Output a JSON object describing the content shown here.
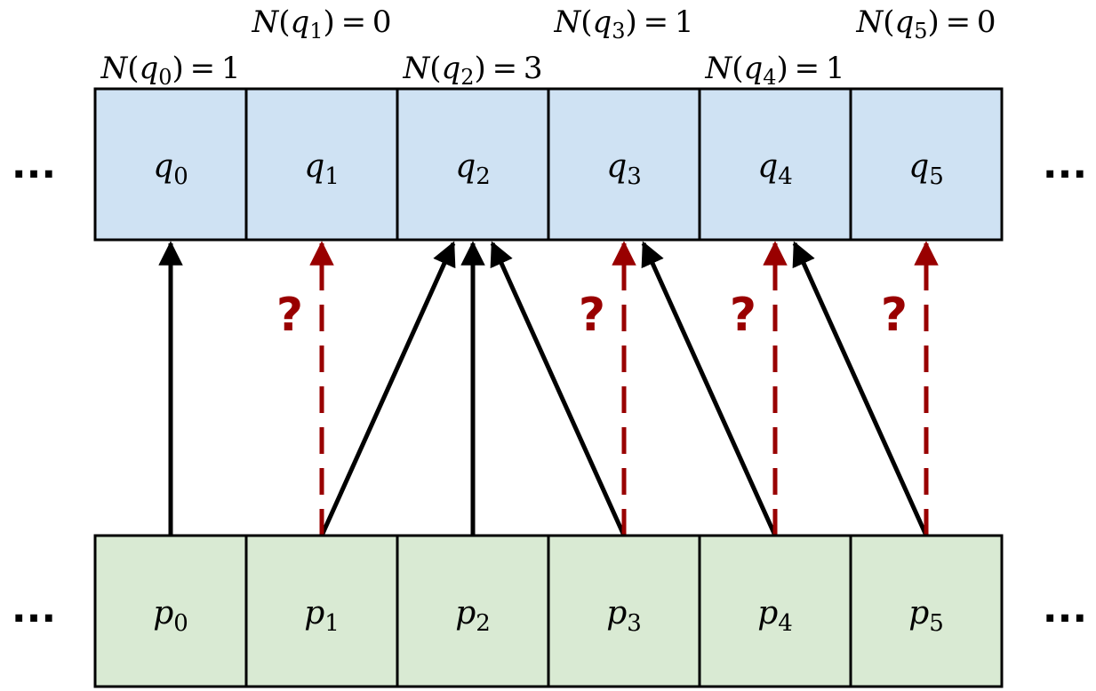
{
  "colors": {
    "q_fill": "#cfe2f3",
    "p_fill": "#d9ead3",
    "border": "#000000",
    "solid_arrow": "#000000",
    "dashed_arrow": "#990000"
  },
  "q_cells": [
    {
      "var": "q",
      "sub": "0"
    },
    {
      "var": "q",
      "sub": "1"
    },
    {
      "var": "q",
      "sub": "2"
    },
    {
      "var": "q",
      "sub": "3"
    },
    {
      "var": "q",
      "sub": "4"
    },
    {
      "var": "q",
      "sub": "5"
    }
  ],
  "p_cells": [
    {
      "var": "p",
      "sub": "0"
    },
    {
      "var": "p",
      "sub": "1"
    },
    {
      "var": "p",
      "sub": "2"
    },
    {
      "var": "p",
      "sub": "3"
    },
    {
      "var": "p",
      "sub": "4"
    },
    {
      "var": "p",
      "sub": "5"
    }
  ],
  "counts": [
    {
      "func": "N",
      "var": "q",
      "sub": "0",
      "value": "1"
    },
    {
      "func": "N",
      "var": "q",
      "sub": "1",
      "value": "0"
    },
    {
      "func": "N",
      "var": "q",
      "sub": "2",
      "value": "3"
    },
    {
      "func": "N",
      "var": "q",
      "sub": "3",
      "value": "1"
    },
    {
      "func": "N",
      "var": "q",
      "sub": "4",
      "value": "1"
    },
    {
      "func": "N",
      "var": "q",
      "sub": "5",
      "value": "0"
    }
  ],
  "solid_arrows": [
    {
      "from_p": 0,
      "to_q": 0
    },
    {
      "from_p": 1,
      "to_q": 2
    },
    {
      "from_p": 2,
      "to_q": 2
    },
    {
      "from_p": 3,
      "to_q": 2
    },
    {
      "from_p": 4,
      "to_q": 3
    },
    {
      "from_p": 5,
      "to_q": 4
    }
  ],
  "dashed_arrows": [
    {
      "from_p": 1,
      "to_q": 1,
      "mark": "?"
    },
    {
      "from_p": 3,
      "to_q": 3,
      "mark": "?"
    },
    {
      "from_p": 4,
      "to_q": 4,
      "mark": "?"
    },
    {
      "from_p": 5,
      "to_q": 5,
      "mark": "?"
    }
  ],
  "ellipsis": "..."
}
